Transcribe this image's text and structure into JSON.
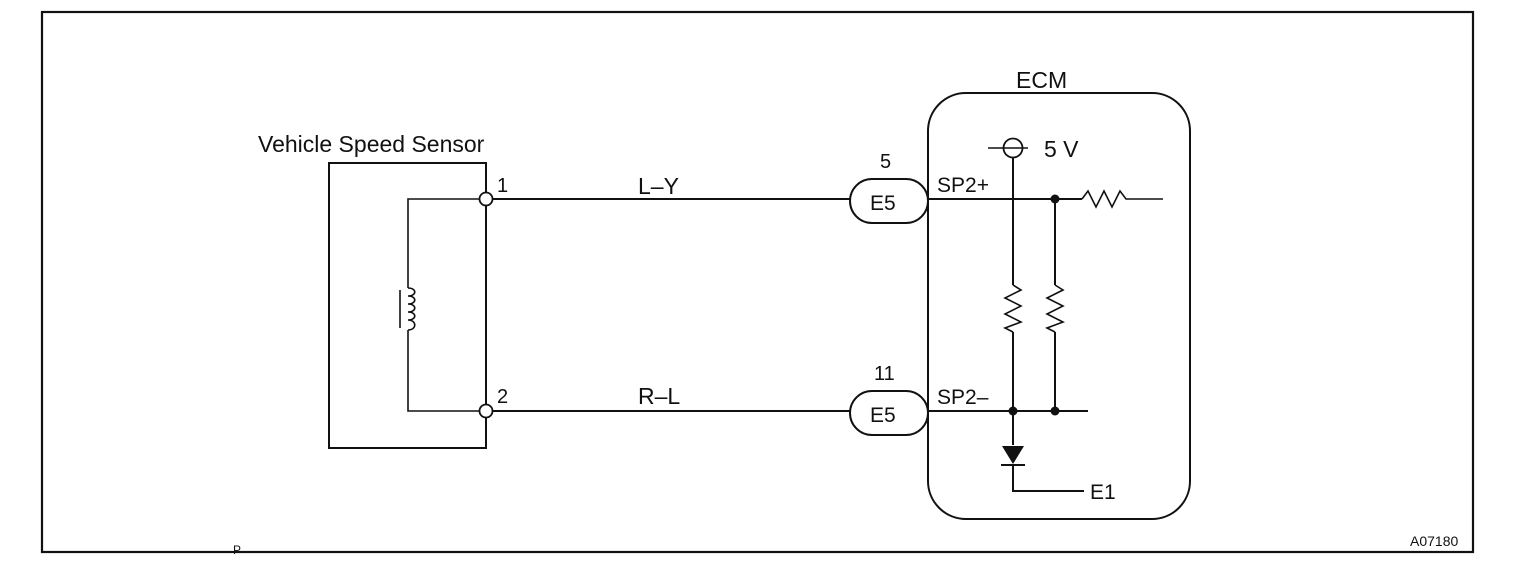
{
  "sensor": {
    "title": "Vehicle Speed Sensor",
    "pin1": "1",
    "pin2": "2"
  },
  "wires": {
    "top_color": "L–Y",
    "bottom_color": "R–L"
  },
  "connectors": [
    {
      "code": "E5",
      "pin": "5"
    },
    {
      "code": "E5",
      "pin": "11"
    }
  ],
  "ecm": {
    "title": "ECM",
    "supply": "5 V",
    "terminal_plus": "SP2+",
    "terminal_minus": "SP2–",
    "ground": "E1"
  },
  "figure_code": "A07180",
  "corner_mark": "P"
}
